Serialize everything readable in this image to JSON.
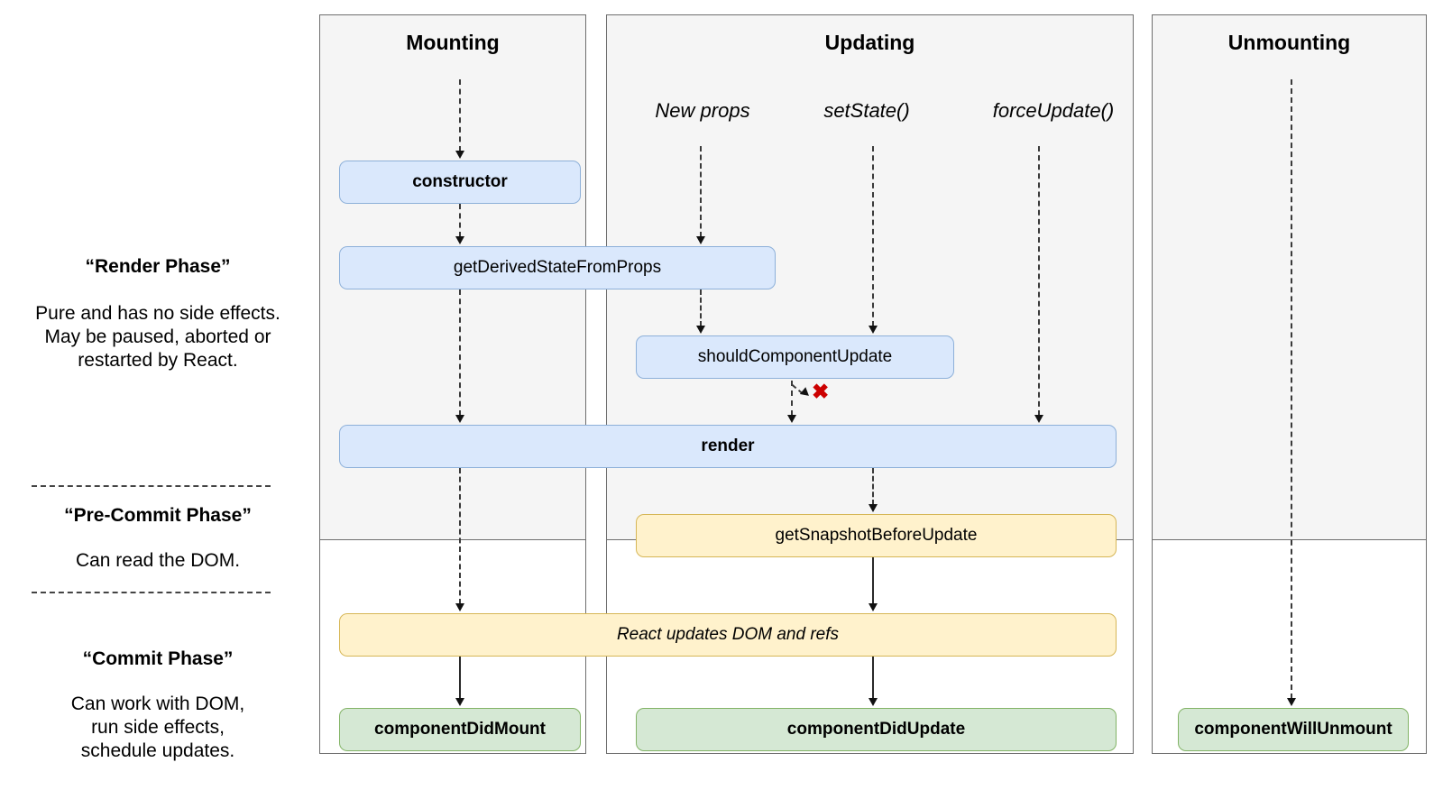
{
  "columns": {
    "mounting": {
      "title": "Mounting"
    },
    "updating": {
      "title": "Updating",
      "triggers": {
        "new_props": "New props",
        "set_state": "setState()",
        "force_update": "forceUpdate()"
      }
    },
    "unmounting": {
      "title": "Unmounting"
    }
  },
  "phases": {
    "render": {
      "title": "“Render Phase”",
      "description": "Pure and has no side effects.\nMay be paused, aborted or\nrestarted by React."
    },
    "pre_commit": {
      "title": "“Pre-Commit Phase”",
      "description": "Can read the DOM."
    },
    "commit": {
      "title": "“Commit Phase”",
      "description": "Can work with DOM,\nrun side effects,\nschedule updates."
    }
  },
  "nodes": {
    "constructor": {
      "label": "constructor"
    },
    "get_derived_state_from_props": {
      "label": "getDerivedStateFromProps"
    },
    "should_component_update": {
      "label": "shouldComponentUpdate"
    },
    "render": {
      "label": "render"
    },
    "get_snapshot_before_update": {
      "label": "getSnapshotBeforeUpdate"
    },
    "react_updates_dom": {
      "label": "React updates DOM and refs"
    },
    "component_did_mount": {
      "label": "componentDidMount"
    },
    "component_did_update": {
      "label": "componentDidUpdate"
    },
    "component_will_unmount": {
      "label": "componentWillUnmount"
    }
  },
  "markers": {
    "skip_render": "✖"
  },
  "colors": {
    "lifecycle_box_fill": "#dae8fc",
    "lifecycle_box_border": "#8db0d9",
    "side_effect_box_fill": "#fff2cc",
    "side_effect_box_border": "#d6b656",
    "commit_box_fill": "#d5e8d4",
    "commit_box_border": "#82b366",
    "column_fill": "#f5f5f5",
    "column_border": "#6e6e6e",
    "skip_marker_color": "#cc0000"
  }
}
